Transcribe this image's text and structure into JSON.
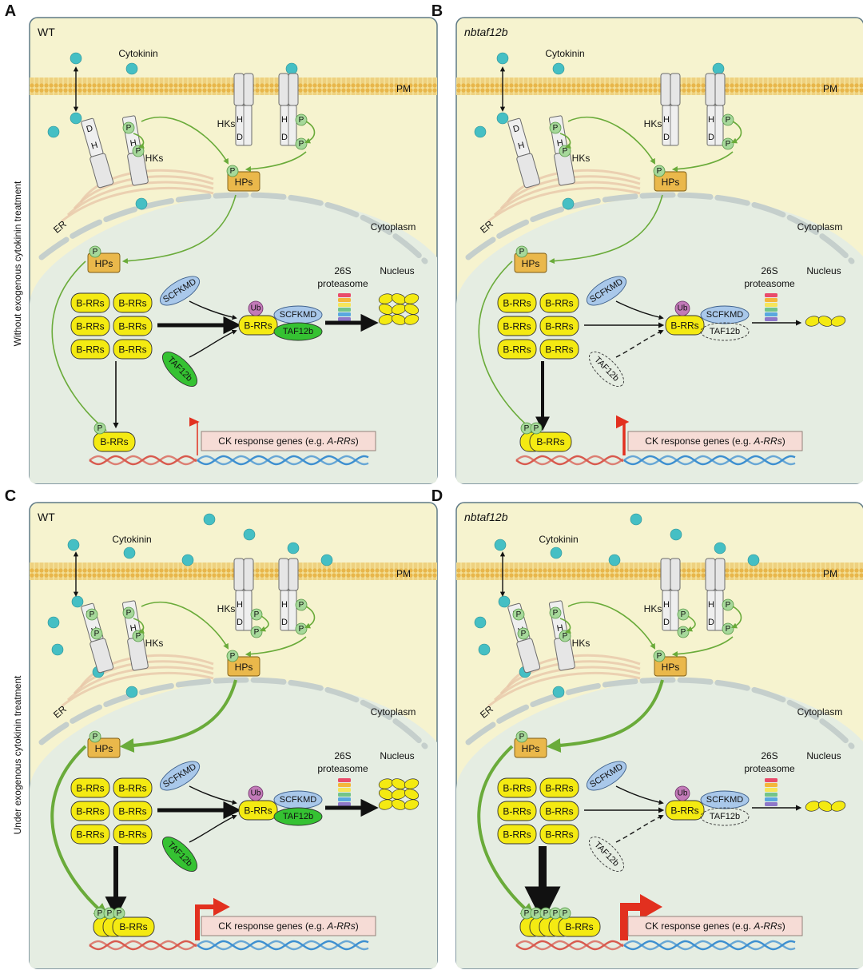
{
  "panels": [
    {
      "letter": "A",
      "title": "WT",
      "italic": false,
      "state": "normal",
      "ck": "low",
      "mutant": false
    },
    {
      "letter": "B",
      "title": "nbtaf12b",
      "italic": true,
      "state": "normal",
      "ck": "low",
      "mutant": true
    },
    {
      "letter": "C",
      "title": "WT",
      "italic": false,
      "state": "normal",
      "ck": "high",
      "mutant": false
    },
    {
      "letter": "D",
      "title": "nbtaf12b",
      "italic": true,
      "state": "normal",
      "ck": "high",
      "mutant": true
    }
  ],
  "row_labels": [
    "Without exogenous cytokinin treatment",
    "Under exogenous cytokinin treatment"
  ],
  "labels": {
    "cytokinin": "Cytokinin",
    "pm": "PM",
    "hks": "HKs",
    "er": "ER",
    "cytoplasm": "Cytoplasm",
    "nucleus": "Nucleus",
    "proteasome_26s": "26S",
    "proteasome": "proteasome",
    "hps": "HPs",
    "b_rrs": "B-RRs",
    "ub": "Ub",
    "scf": "SCF",
    "kmd": "KMD",
    "taf12b": "TAF12b",
    "p": "P",
    "h": "H",
    "d": "D",
    "b_short": "B",
    "ck_genes_prefix": "CK response genes (e.g. ",
    "ck_genes_italic": "A-RRs",
    "ck_genes_suffix": ")"
  },
  "colors": {
    "cell_bg": "#f6f3cf",
    "nucleus_bg": "#e5ede2",
    "border": "#5f7a86",
    "green_arrow": "#6aab3a",
    "yellow": "#f4ea12",
    "hps": "#eab84b",
    "taf12b": "#35c232",
    "scf": "#a9c8ea",
    "ub": "#c27ab8",
    "red_arrow": "#e2301f",
    "dna_red": "#d85a4e",
    "dna_blue": "#3d8fd0",
    "cytokinin": "#45bfc4",
    "p_circle": "#a6d89a",
    "ck_box": "#f6dcd6"
  }
}
